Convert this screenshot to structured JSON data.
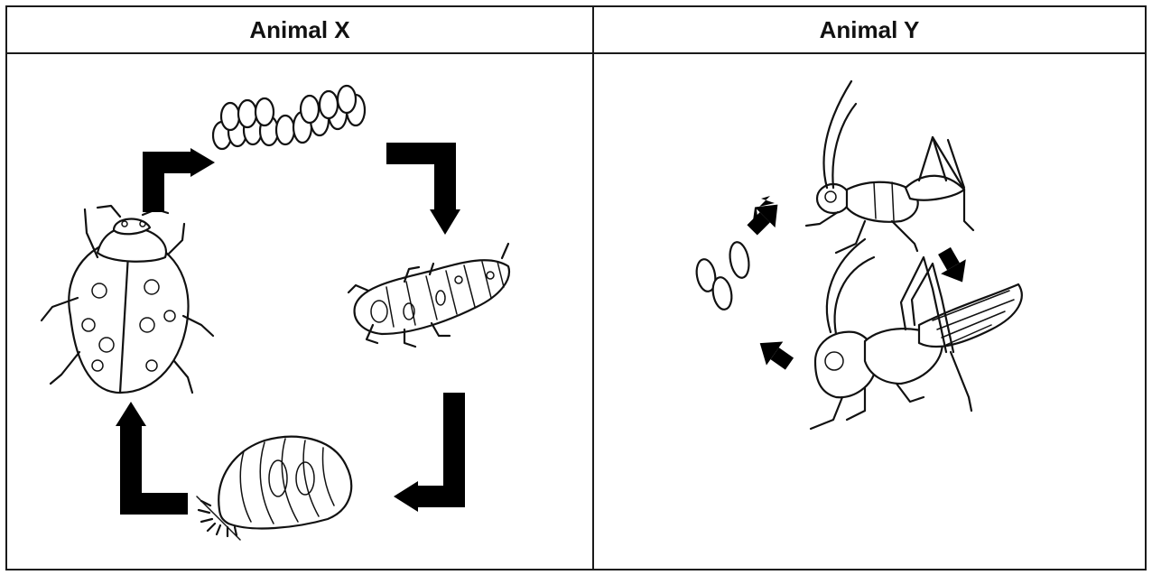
{
  "panels": {
    "x": {
      "title": "Animal X",
      "stages": [
        "egg-cluster",
        "larva",
        "pupa",
        "adult-ladybug"
      ]
    },
    "y": {
      "title": "Animal Y",
      "stages": [
        "eggs",
        "nymph",
        "adult-grasshopper"
      ]
    }
  },
  "colors": {
    "ink": "#111111",
    "arrow": "#000000",
    "background": "#ffffff"
  }
}
